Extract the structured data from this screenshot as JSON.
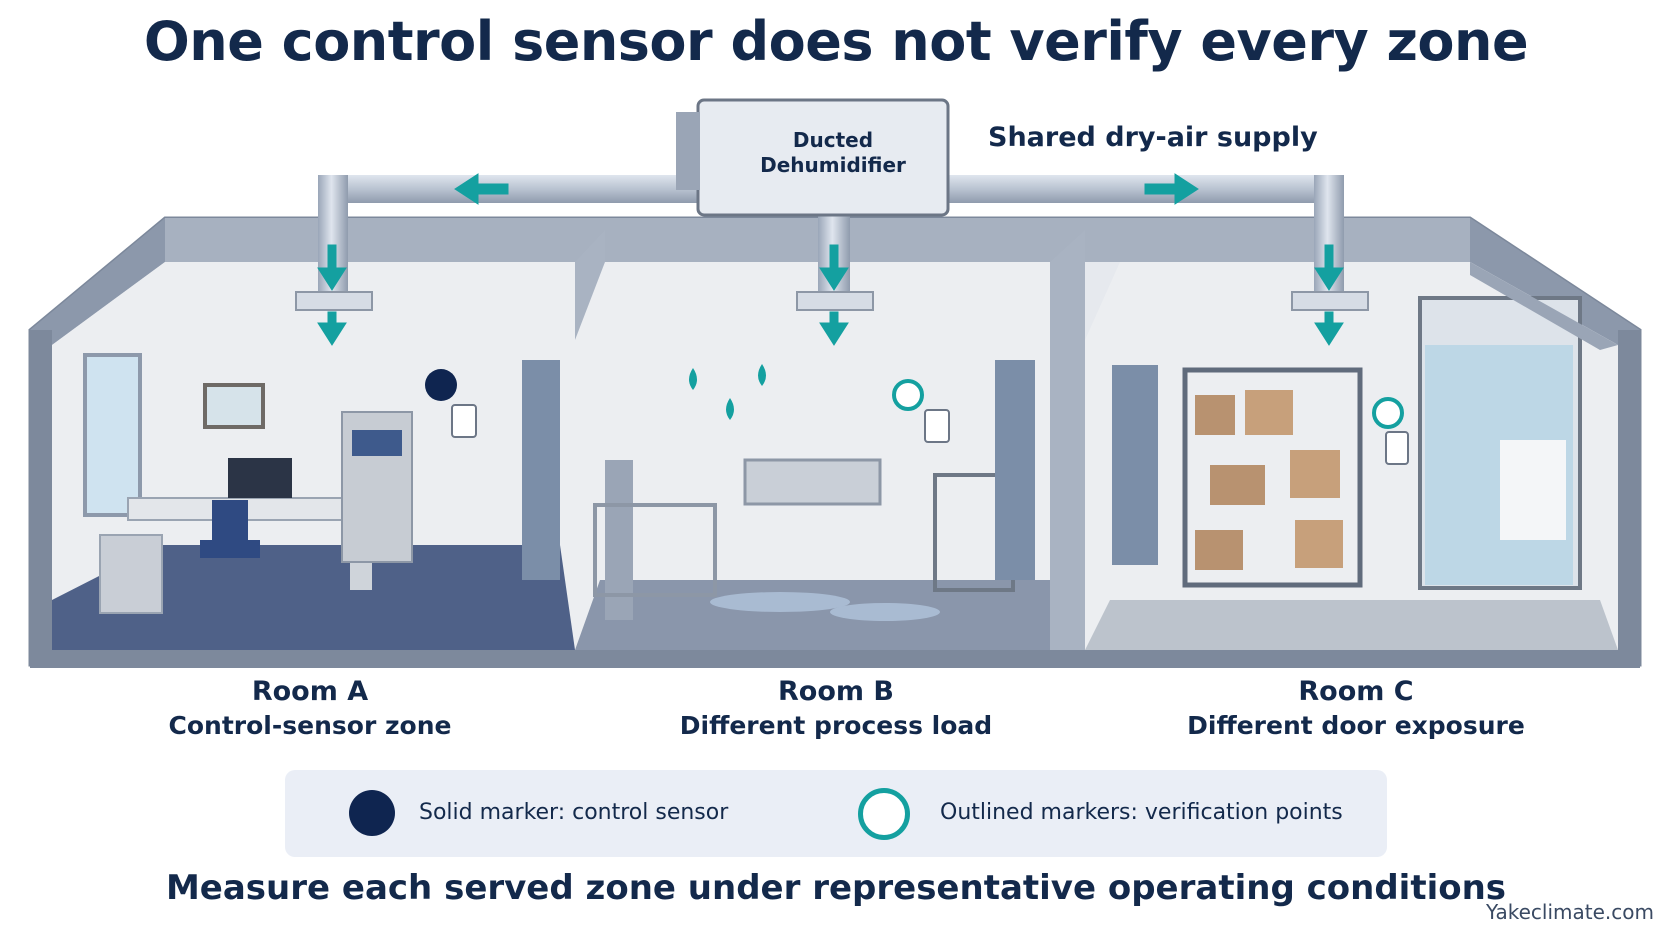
{
  "title": "One control sensor does not verify every zone",
  "unit": {
    "line1": "Ducted",
    "line2": "Dehumidifier"
  },
  "supply_label": "Shared dry-air supply",
  "rooms": [
    {
      "name": "Room A",
      "desc": "Control-sensor zone",
      "marker": "solid"
    },
    {
      "name": "Room B",
      "desc": "Different process load",
      "marker": "outlined"
    },
    {
      "name": "Room C",
      "desc": "Different door exposure",
      "marker": "outlined"
    }
  ],
  "legend": {
    "solid_label": "Solid marker: control sensor",
    "outlined_label": "Outlined markers: verification points"
  },
  "footer": "Measure each served zone under representative operating conditions",
  "credit": "Yakeclimate.com",
  "colors": {
    "navy": "#13294b",
    "teal": "#14a0a0",
    "wall": "#e9ecf0",
    "frame": "#6b7a90",
    "legend_bg": "#eaeef6"
  }
}
